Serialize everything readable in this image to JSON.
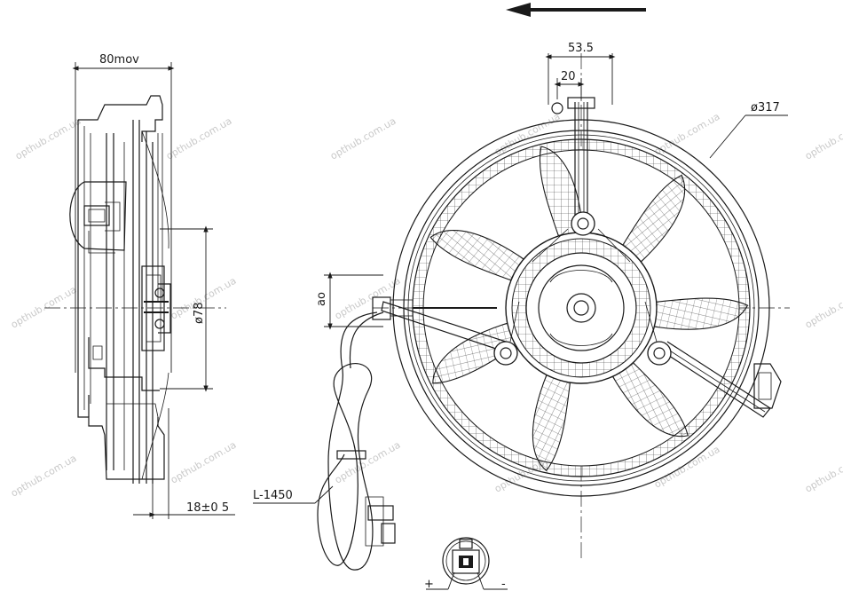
{
  "watermark": "opthub.com.ua",
  "dimensions": {
    "depth": "80mov",
    "width_outer": "53.5",
    "width_inner": "20",
    "diameter": "ø317",
    "hub": "ø78",
    "offset": "ao",
    "thickness": "18±0 5",
    "cable_length": "L-1450"
  },
  "connector": {
    "plus": "+",
    "minus": "-"
  },
  "icons": {
    "direction": "arrow-left-icon"
  }
}
